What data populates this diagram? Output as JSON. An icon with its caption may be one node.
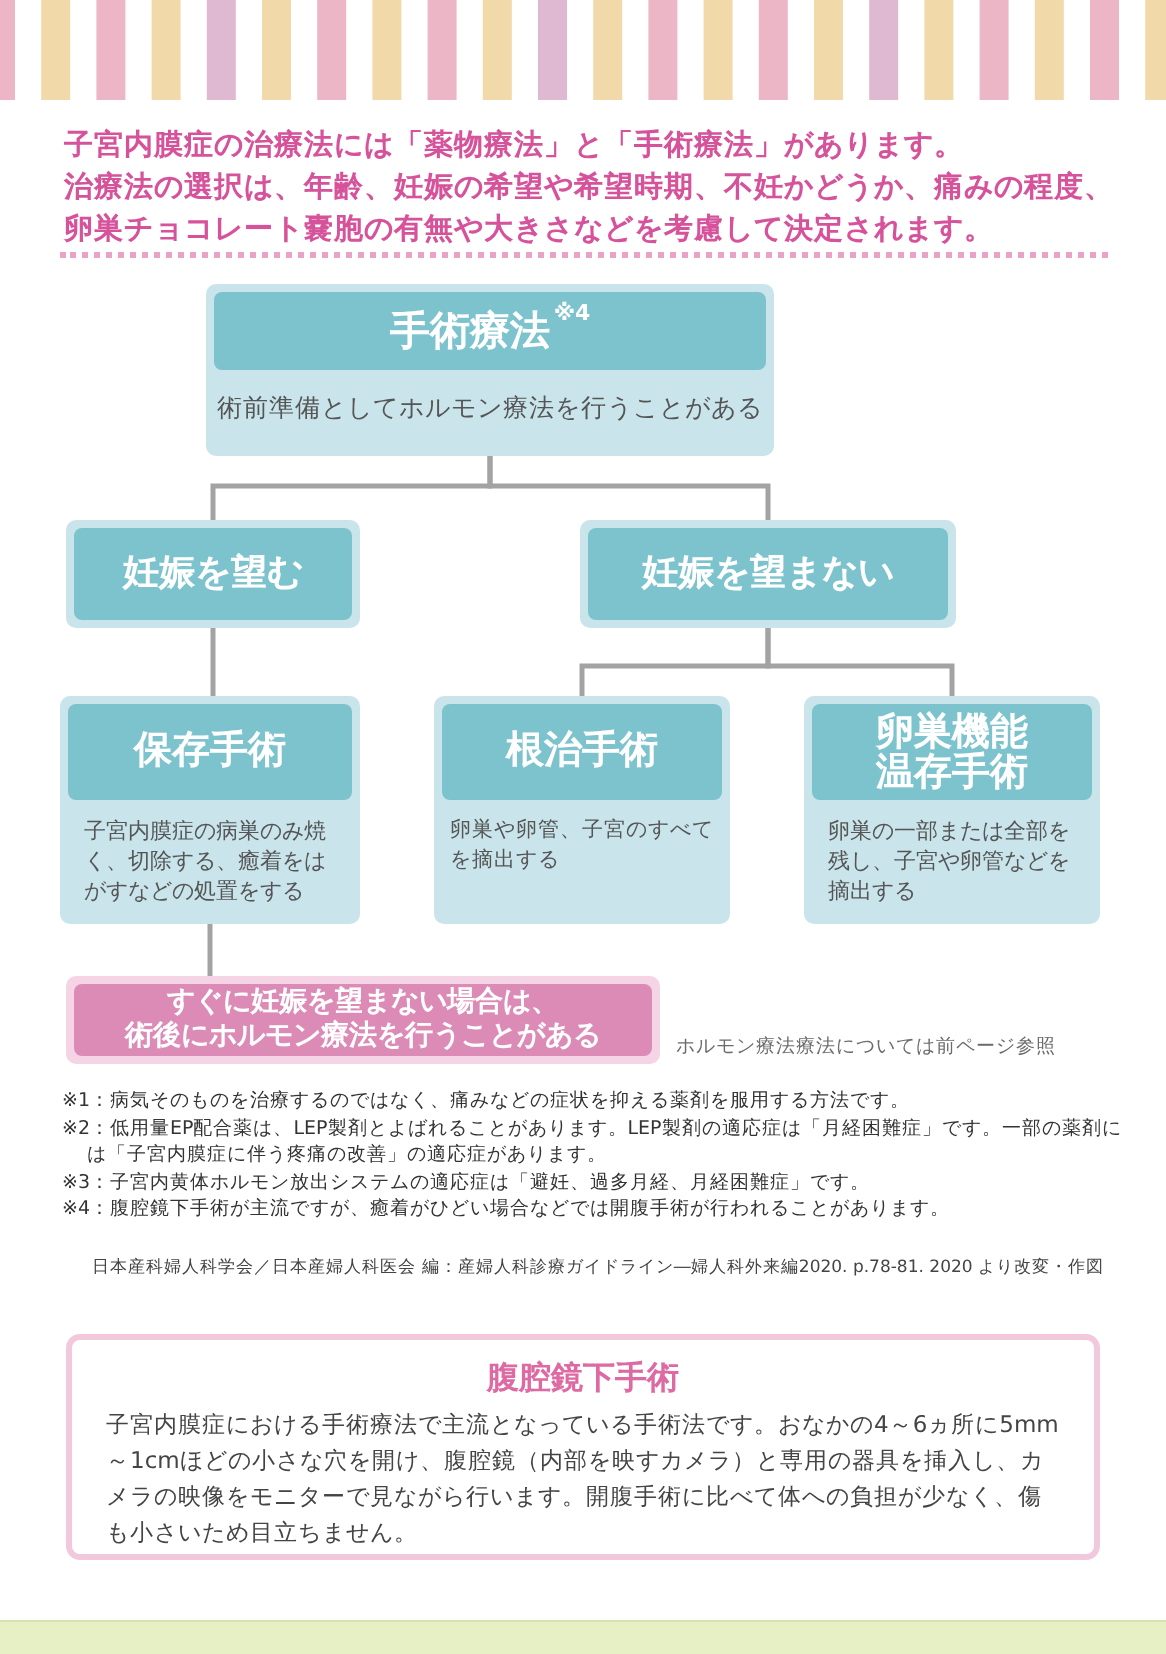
{
  "diagram": {
    "nodes": [
      {
        "text": [
          "手術療法$^{※4}$",
          "術前準備としてホルモン療法を行うことがある"
        ]
      },
      {
        "text": [
          "妊娠を望む"
        ]
      },
      {
        "text": [
          "妊娠を望まない"
        ]
      },
      {
        "text": [
          "保存手術",
          "子宮内膜症の病巣のみ焼く、切除する、癒着をはがすなどの処置をする"
        ]
      },
      {
        "text": [
          "根治手術",
          "卵巣や卵管、子宮のすべてを摘出する"
        ]
      },
      {
        "text": [
          "卵巣機能温存手術",
          "卵巣の一部または全部を残し、子宮や卵管などを摘出する"
        ]
      },
      {
        "text": [
          "すぐに妊娠を望まない場合は、術後にホルモン療法を行うことがある"
        ],
        "beside": [
          "ホルモン療法療法については前ページ参照"
        ]
      },
      {
        "text": [
          "腹腔鏡下手術",
          "子宮内膜症における手術療法で主流となっている手術法です。おなかの4～6ヵ所に5mm～1cmほどの小さな穴を開け、腹腔鏡（内部を映すカメラ）と専用の器具を挿入し、カメラの映像をモニターで見ながら行います。開腹手術に比べて体への負担が少なく、傷も小さいため目立ちません。"
        ]
      }
    ],
    "edges": [
      {
        "from": 0,
        "to": 1,
        "arrow": "none"
      },
      {
        "from": 0,
        "to": 2,
        "arrow": "none"
      },
      {
        "from": 1,
        "to": 3,
        "arrow": "none"
      },
      {
        "from": 2,
        "to": 4,
        "arrow": "none"
      },
      {
        "from": 2,
        "to": 5,
        "arrow": "none"
      },
      {
        "from": 3,
        "to": 6,
        "arrow": "none"
      }
    ],
    "labels": [
      "子宮内膜症の治療法には「薬物療法」と「手術療法」があります。",
      "治療法の選択は、年齢、妊娠の希望や希望時期、不妊かどうか、痛みの程度、卵巣チョコレート嚢胞の有無や大きさなどを考慮して決定されます。",
      "※1：病気そのものを治療するのではなく、痛みなどの症状を抑える薬剤を服用する方法です。",
      "※2：低用量EP配合薬は、LEP製剤とよばれることがあります。LEP製剤の適応症は「月経困難症」です。一部の薬剤には「子宮内膜症に伴う疼痛の改善」の適応症があります。",
      "※3：子宮内黄体ホルモン放出システムの適応症は「避妊、過多月経、月経困難症」です。",
      "※4：腹腔鏡下手術が主流ですが、癒着がひどい場合などでは開腹手術が行われることがあります。",
      "日本産科婦人科学会／日本産婦人科医会 編：産婦人科診療ガイドライン―婦人科外来編2020. p.78-81. 2020 より改変・作図"
    ]
  }
}
